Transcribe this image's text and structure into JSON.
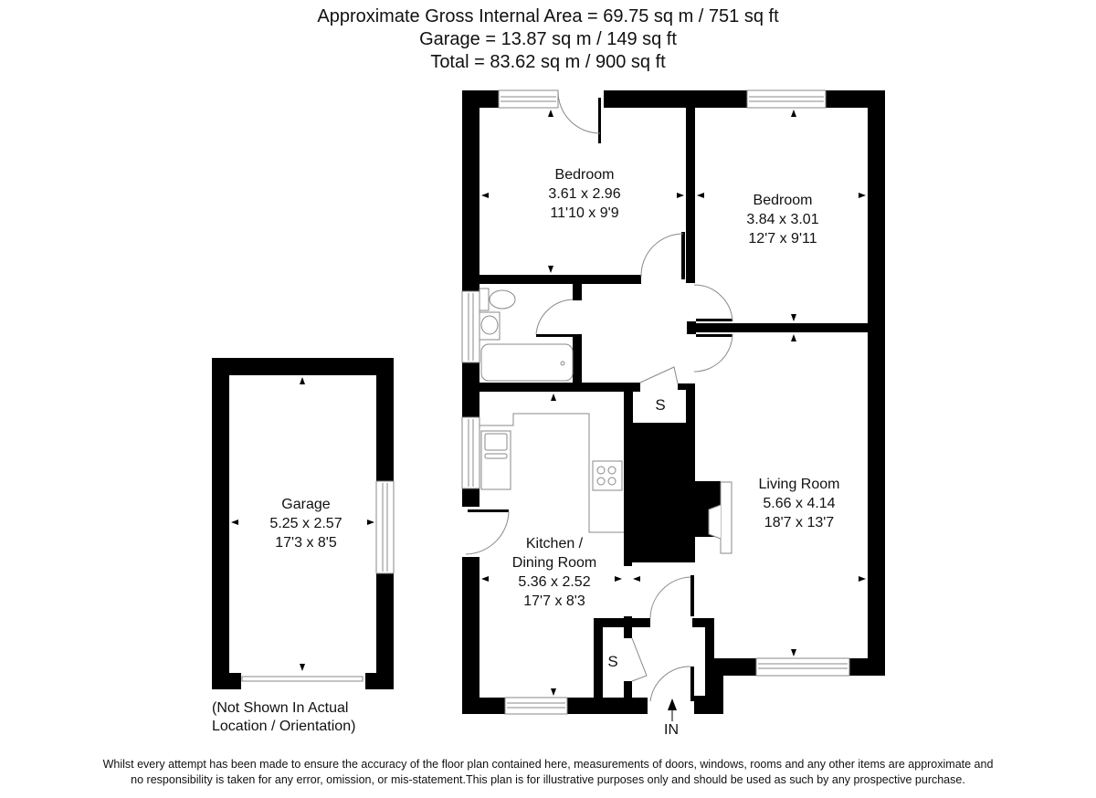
{
  "header": {
    "line1": "Approximate Gross Internal Area = 69.75 sq m / 751 sq ft",
    "line2": "Garage = 13.87 sq m / 149 sq ft",
    "line3": "Total = 83.62 sq m / 900 sq ft"
  },
  "rooms": {
    "bedroom1": {
      "name": "Bedroom",
      "metric": "3.61 x 2.96",
      "imperial": "11'10 x 9'9"
    },
    "bedroom2": {
      "name": "Bedroom",
      "metric": "3.84 x 3.01",
      "imperial": "12'7 x 9'11"
    },
    "living": {
      "name": "Living Room",
      "metric": "5.66 x 4.14",
      "imperial": "18'7 x 13'7"
    },
    "kitchen": {
      "name1": "Kitchen /",
      "name2": "Dining Room",
      "metric": "5.36 x 2.52",
      "imperial": "17'7 x 8'3"
    },
    "garage": {
      "name": "Garage",
      "metric": "5.25 x 2.57",
      "imperial": "17'3 x 8'5"
    }
  },
  "storage_label": "S",
  "entrance_label": "IN",
  "garage_note": {
    "line1": "(Not Shown In Actual",
    "line2": "Location / Orientation)"
  },
  "disclaimer": {
    "line1": "Whilst every attempt has been made to ensure the accuracy of the floor plan contained here, measurements of doors, windows, rooms and any other items are approximate and",
    "line2": "no responsibility is taken for any error, omission, or mis-statement.This plan is for illustrative purposes only and should be used as such by any prospective purchase."
  },
  "colors": {
    "wall": "#000000",
    "fixture": "#888888",
    "background": "#ffffff"
  }
}
